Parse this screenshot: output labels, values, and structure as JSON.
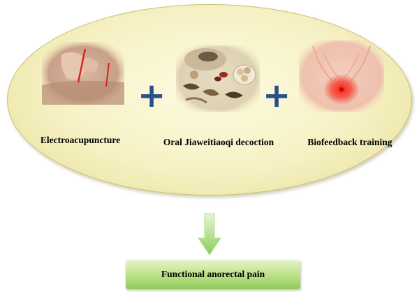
{
  "diagram": {
    "therapies": [
      {
        "label": "Electroacupuncture",
        "image": "electroacupuncture-photo"
      },
      {
        "label": "Oral Jiaweitiaoqi decoction",
        "image": "herbal-decoction-photo"
      },
      {
        "label": "Biofeedback training",
        "image": "pelvic-floor-photo"
      }
    ],
    "combine_symbol": "+",
    "outcome": {
      "label": "Functional anorectal pain"
    },
    "colors": {
      "ellipse_fill": "#f6f1c4",
      "plus": "#2b4f8c",
      "arrow": "#9ad06a",
      "outcome_box": "#b9e187"
    }
  }
}
